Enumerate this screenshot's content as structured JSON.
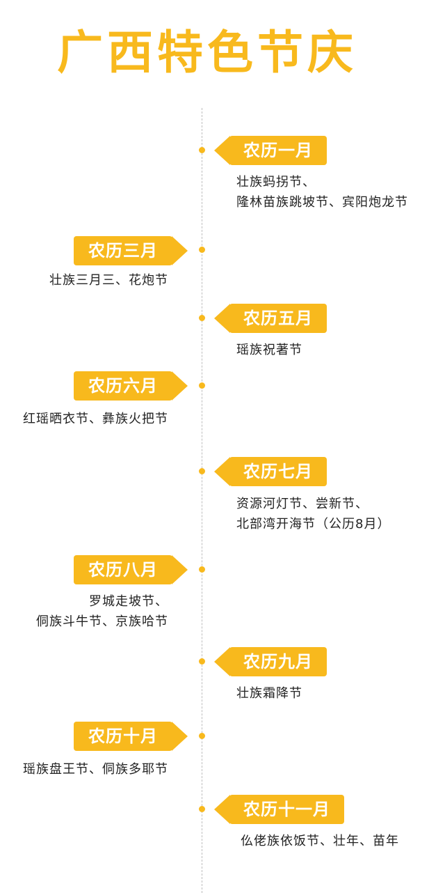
{
  "title": "广西特色节庆",
  "theme": {
    "accent": "#f8b91d",
    "line": "#bdbdbd",
    "text": "#222222"
  },
  "entries": [
    {
      "month": "农历一月",
      "side": "right",
      "lines": [
        "壮族蚂拐节、",
        "隆林苗族跳坡节、宾阳炮龙节"
      ]
    },
    {
      "month": "农历三月",
      "side": "left",
      "lines": [
        "壮族三月三、花炮节"
      ]
    },
    {
      "month": "农历五月",
      "side": "right",
      "lines": [
        "瑶族祝著节"
      ]
    },
    {
      "month": "农历六月",
      "side": "left",
      "lines": [
        "红瑶晒衣节、彝族火把节"
      ]
    },
    {
      "month": "农历七月",
      "side": "right",
      "lines": [
        "资源河灯节、尝新节、",
        "北部湾开海节（公历8月）"
      ]
    },
    {
      "month": "农历八月",
      "side": "left",
      "lines": [
        "罗城走坡节、",
        "侗族斗牛节、京族哈节"
      ]
    },
    {
      "month": "农历九月",
      "side": "right",
      "lines": [
        "壮族霜降节"
      ]
    },
    {
      "month": "农历十月",
      "side": "left",
      "lines": [
        "瑶族盘王节、侗族多耶节"
      ]
    },
    {
      "month": "农历十一月",
      "side": "right",
      "lines": [
        "仫佬族依饭节、壮年、苗年"
      ]
    }
  ]
}
